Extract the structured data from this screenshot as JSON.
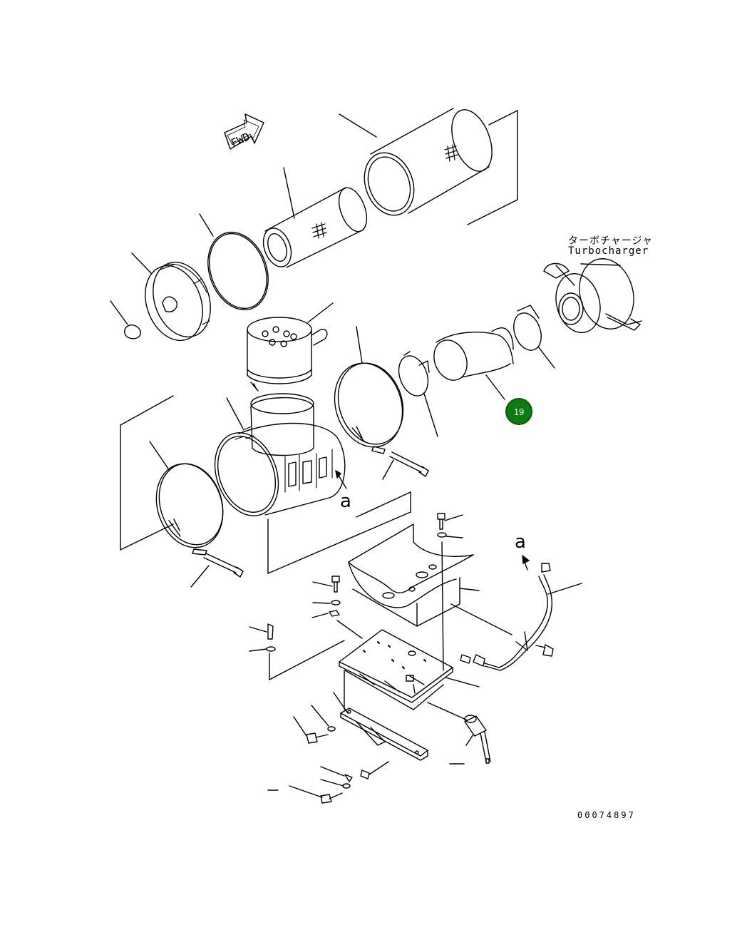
{
  "labels": {
    "turbocharger_jp": "ターボチャージャ",
    "turbocharger_en": "Turbocharger",
    "fwd_arrow": "FWD",
    "view_a_1": "a",
    "view_a_2": "a",
    "document_number": "00074897"
  },
  "callouts": [
    {
      "number": "19",
      "color": "#0e7a12"
    }
  ],
  "parts": [
    "outer-filter-element",
    "inner-filter-element",
    "o-ring",
    "cover",
    "dust-evacuator-valve",
    "precleaner-cap",
    "air-cleaner-body",
    "mounting-band",
    "hose-clamp",
    "intake-hose",
    "turbocharger",
    "mounting-bracket",
    "bolt",
    "washer",
    "dust-indicator",
    "indicator-tube",
    "plate",
    "support",
    "sensor"
  ]
}
